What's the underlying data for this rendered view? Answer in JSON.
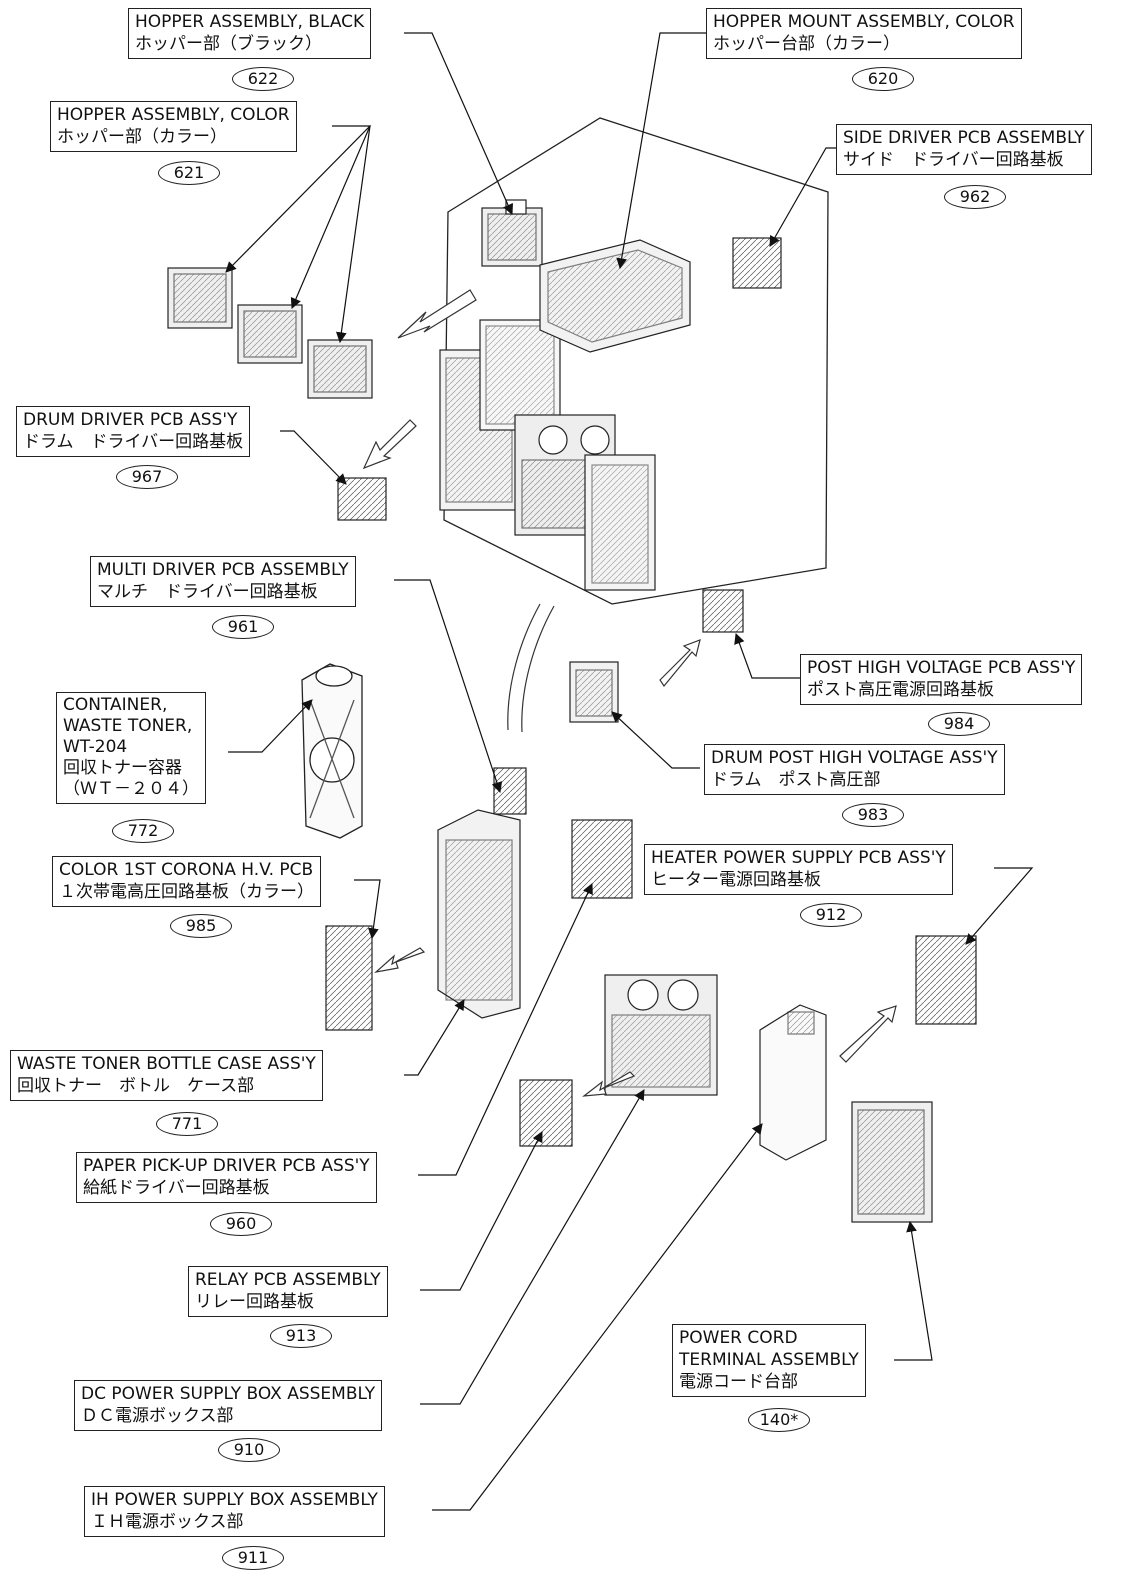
{
  "parts": [
    {
      "id": "hopper-black",
      "lines": [
        "HOPPER ASSEMBLY, BLACK",
        "ホッパー部（ブラック）"
      ],
      "number": "622"
    },
    {
      "id": "hopper-mount-color",
      "lines": [
        "HOPPER MOUNT ASSEMBLY, COLOR",
        "ホッパー台部（カラー）"
      ],
      "number": "620"
    },
    {
      "id": "hopper-color",
      "lines": [
        "HOPPER ASSEMBLY, COLOR",
        "ホッパー部（カラー）"
      ],
      "number": "621"
    },
    {
      "id": "side-driver-pcb",
      "lines": [
        "SIDE DRIVER PCB ASSEMBLY",
        "サイド　ドライバー回路基板"
      ],
      "number": "962"
    },
    {
      "id": "drum-driver-pcb",
      "lines": [
        "DRUM DRIVER PCB ASS'Y",
        "ドラム　ドライバー回路基板"
      ],
      "number": "967"
    },
    {
      "id": "multi-driver-pcb",
      "lines": [
        "MULTI DRIVER PCB ASSEMBLY",
        "マルチ　ドライバー回路基板"
      ],
      "number": "961"
    },
    {
      "id": "post-high-voltage-pcb",
      "lines": [
        "POST HIGH VOLTAGE PCB ASS'Y",
        "ポスト高圧電源回路基板"
      ],
      "number": "984"
    },
    {
      "id": "waste-toner-container",
      "lines": [
        "CONTAINER,",
        "WASTE TONER,",
        "WT-204",
        "回収トナー容器",
        "（ＷＴ－２０４）"
      ],
      "number": "772"
    },
    {
      "id": "drum-post-high-voltage",
      "lines": [
        "DRUM POST HIGH VOLTAGE ASS'Y",
        "ドラム　ポスト高圧部"
      ],
      "number": "983"
    },
    {
      "id": "heater-power-supply-pcb",
      "lines": [
        "HEATER POWER SUPPLY PCB ASS'Y",
        "ヒーター電源回路基板"
      ],
      "number": "912"
    },
    {
      "id": "color-1st-corona-pcb",
      "lines": [
        "COLOR 1ST CORONA H.V. PCB",
        "１次帯電高圧回路基板（カラー）"
      ],
      "number": "985"
    },
    {
      "id": "waste-toner-bottle-case",
      "lines": [
        "WASTE TONER BOTTLE CASE ASS'Y",
        "回収トナー　ボトル　ケース部"
      ],
      "number": "771"
    },
    {
      "id": "paper-pickup-driver-pcb",
      "lines": [
        "PAPER PICK-UP DRIVER PCB ASS'Y",
        "給紙ドライバー回路基板"
      ],
      "number": "960"
    },
    {
      "id": "relay-pcb",
      "lines": [
        "RELAY PCB ASSEMBLY",
        "リレー回路基板"
      ],
      "number": "913"
    },
    {
      "id": "power-cord-terminal",
      "lines": [
        "POWER CORD",
        "TERMINAL ASSEMBLY",
        "電源コード台部"
      ],
      "number": "140*"
    },
    {
      "id": "dc-power-supply-box",
      "lines": [
        "DC POWER SUPPLY BOX ASSEMBLY",
        "ＤＣ電源ボックス部"
      ],
      "number": "910"
    },
    {
      "id": "ih-power-supply-box",
      "lines": [
        "IH POWER SUPPLY BOX ASSEMBLY",
        "ＩＨ電源ボックス部"
      ],
      "number": "911"
    }
  ]
}
